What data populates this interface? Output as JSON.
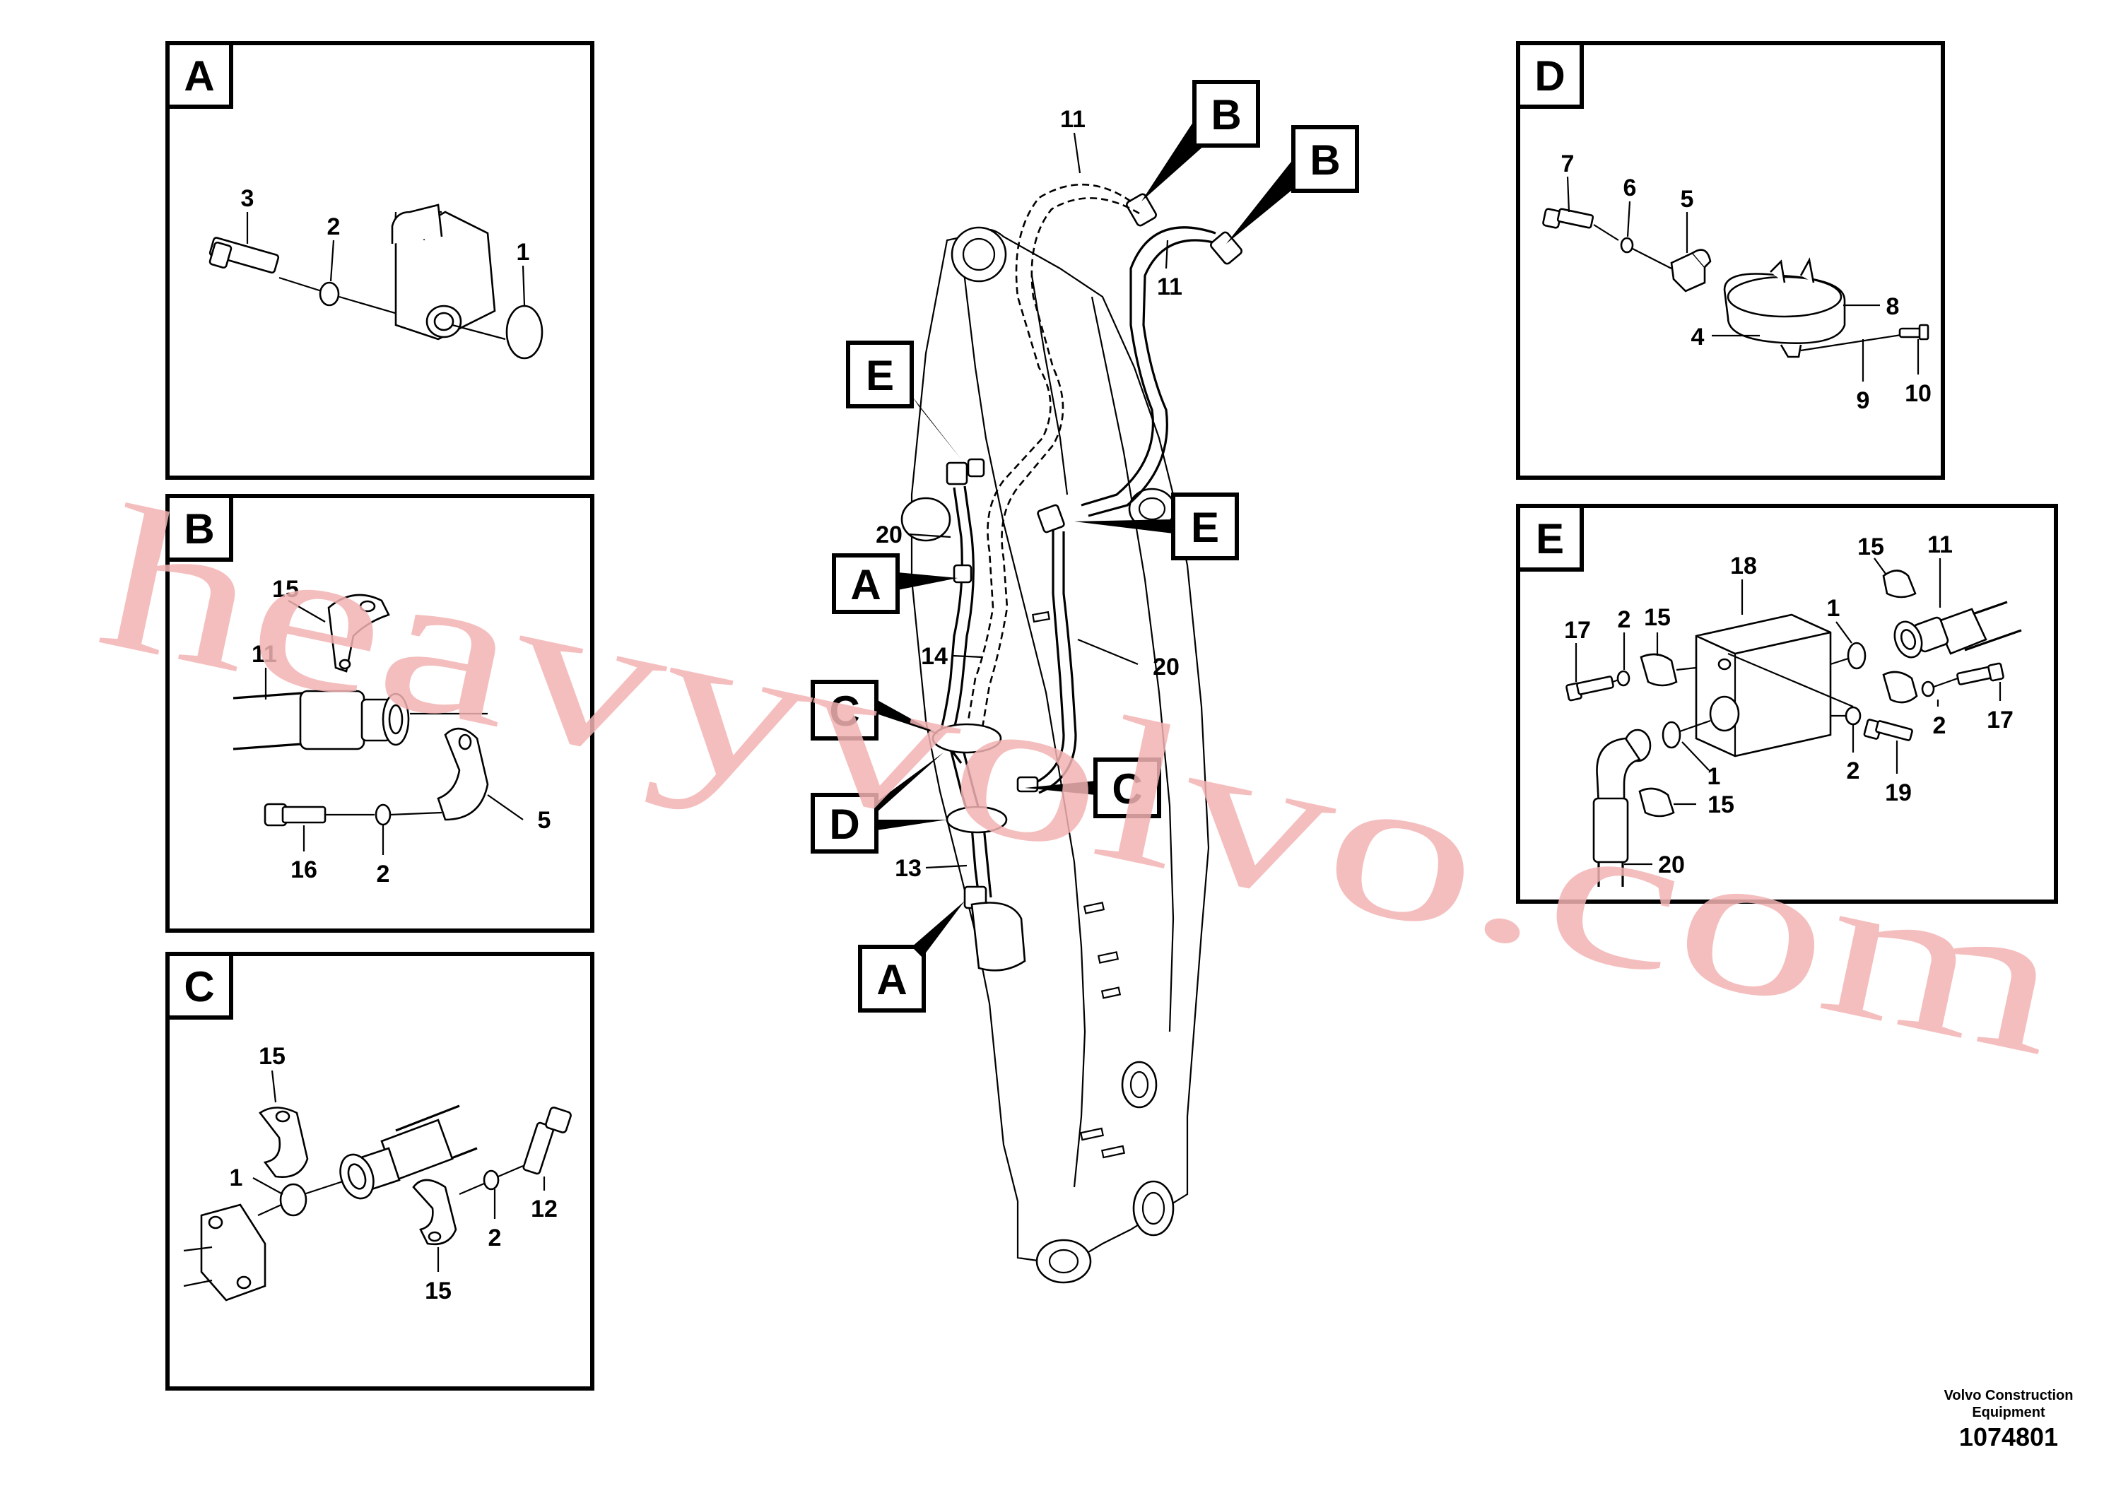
{
  "panels": {
    "a": {
      "tag": "A",
      "callouts": {
        "n1": "1",
        "n2": "2",
        "n3": "3"
      }
    },
    "b": {
      "tag": "B",
      "callouts": {
        "n15": "15",
        "n11": "11",
        "n16": "16",
        "n2": "2",
        "n5": "5"
      }
    },
    "c": {
      "tag": "C",
      "callouts": {
        "n15a": "15",
        "n1": "1",
        "n12": "12",
        "n2": "2",
        "n15b": "15"
      }
    },
    "d": {
      "tag": "D",
      "callouts": {
        "n7": "7",
        "n6": "6",
        "n5": "5",
        "n8": "8",
        "n4": "4",
        "n9": "9",
        "n10": "10"
      }
    },
    "e": {
      "tag": "E",
      "callouts": {
        "n18": "18",
        "n15a": "15",
        "n11": "11",
        "n17a": "17",
        "n2a": "2",
        "n15b": "15",
        "n1a": "1",
        "n2b": "2",
        "n17b": "17",
        "n1b": "1",
        "n2c": "2",
        "n19": "19",
        "n15c": "15",
        "n20": "20"
      }
    }
  },
  "main": {
    "tags": {
      "b1": "B",
      "b2": "B",
      "e1": "E",
      "e2": "E",
      "a1": "A",
      "a2": "A",
      "c1": "C",
      "c2": "C",
      "d1": "D"
    },
    "callouts": {
      "n11a": "11",
      "n11b": "11",
      "n20a": "20",
      "n20b": "20",
      "n14": "14",
      "n13": "13"
    }
  },
  "watermark": "heavyvolvo.com",
  "footer": {
    "company_line1": "Volvo Construction",
    "company_line2": "Equipment",
    "drawing_number": "1074801"
  }
}
